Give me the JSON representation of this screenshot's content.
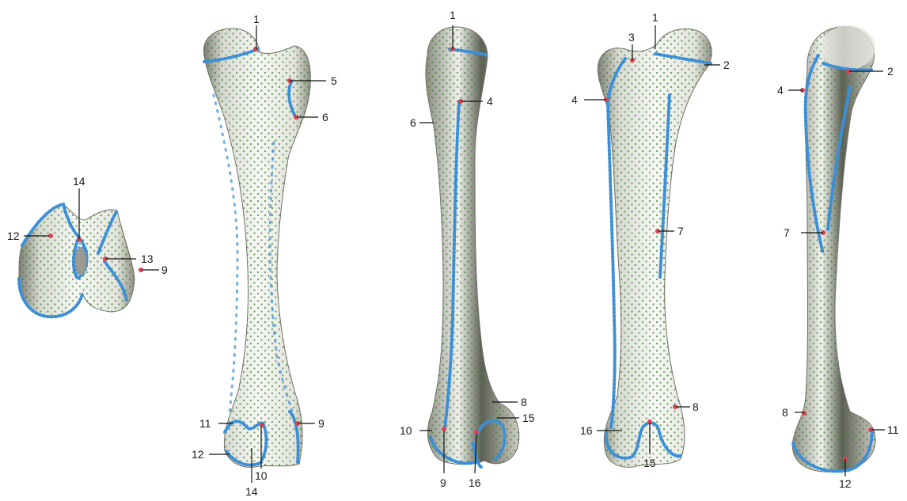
{
  "figure": {
    "views": [
      {
        "id": "distal-end-view",
        "labels": [
          "14",
          "12",
          "13",
          "9"
        ]
      },
      {
        "id": "anterior-view",
        "labels": [
          "1",
          "5",
          "6",
          "11",
          "9",
          "12",
          "10",
          "14"
        ]
      },
      {
        "id": "medial-view",
        "labels": [
          "1",
          "4",
          "6",
          "8",
          "15",
          "10",
          "9",
          "16"
        ]
      },
      {
        "id": "posterior-view",
        "labels": [
          "1",
          "3",
          "2",
          "4",
          "7",
          "8",
          "16",
          "15"
        ]
      },
      {
        "id": "lateral-view",
        "labels": [
          "2",
          "4",
          "7",
          "8",
          "11",
          "12"
        ]
      }
    ],
    "colors": {
      "bone_light": "#f4f4f2",
      "bone_mid": "#cfcfc8",
      "bone_dark": "#6f6f68",
      "surface_dots": "#3f8a2d",
      "outline_points": "#3b8fd6",
      "landmark_points": "#d9434f",
      "leader_lines": "#111111"
    }
  }
}
